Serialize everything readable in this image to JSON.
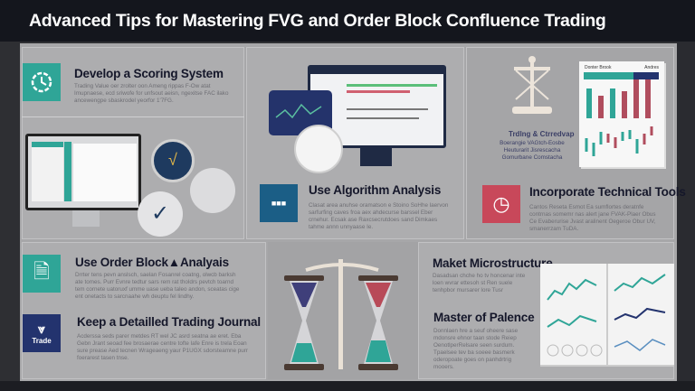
{
  "title": "Advanced Tips for Mastering FVG and Order Block Confluence Trading",
  "colors": {
    "teal": "#2fa597",
    "navy": "#23336e",
    "blue": "#1b5e86",
    "red": "#c8485a",
    "panel": "#a7a7a9",
    "header": "#14161d"
  },
  "sections": {
    "scoring": {
      "icon": "clock-gear-icon",
      "title": "Develop a Scoring System",
      "body": "Trading Value oer zrolter oon Ameng rippas F-Ow atat Imupnaese, ecd sriwofe for unfsout aeisn, ngexitse FAC ilako ancewengpe sbaskrodel yeorfor 1'7FG."
    },
    "algorithm": {
      "icon": "algorithm-grid-icon",
      "title": "Use Algorithm Analysis",
      "body": "Clasat area anuhse oramatson e Stoino SoHhe laervon sarfurfing caves froa aex ahdecurse barssel Eber crnehur. Ecsak ase Raxcsecrutdoes sand Dimkaes tahme annn unnyaase Ie."
    },
    "technical": {
      "icon": "dial-clock-icon",
      "title": "Incorporate  Technical Tools",
      "body": "Cantos Reseta Esmot Ea sumflortes deratnfe contrnas somemr nas alert jane FVAK-Plaer Obus Ce Evaberurise Jvast aralinent Oegeroe Obur UV, smanerrzam TuDA."
    },
    "scale": {
      "icon": "balance-scale-icon",
      "caption_title": "Trdlng & Ctrredvap",
      "caption_body": "Boerangie VAGtch-Eosbe Heuturarit Jisrescacha Gomurbane Comstacha"
    },
    "chart_card": {
      "title": "Donter Brook",
      "tag": "Andres"
    },
    "order_block": {
      "icon": "document-icon",
      "title": "Use Order Block▲Analyais",
      "body": "Drrter tens pevn anslsch, saelan Fosanrel coatng, olwcb\nbarksh ate tomes. Purr Evnre tedtur sars rem rat tholdrs pevtch toarnd tem cornete uatoruxf umme uase ueba taleo andon, sceatas cige ent onetacts to sarcnaahe wh deuptu fel lindhy."
    },
    "journal": {
      "icon": "trade-badge-icon",
      "badge": "Trade",
      "title": "Keep a Detailled Trading Journal",
      "body": "Acderssa seds parer metdes RT wel JC asrd seatna ae eret. Eba Gebn Jrant seoad fee brosaerae centre tofte lafe Enre is trela Eoan sure prease Aed tecnen Wrageaeng yaur P1UGX sdorsteamne purr foerarest tasen tnse."
    },
    "hourglass": {
      "icon": "hourglass-scale-icon"
    },
    "microstructure": {
      "title": "Maket Microstructure",
      "body": "Dasadsan chche ho tv honcenar inte loen wvrar ettesoh st Ren suele tenhpbor mursarer lore Tusr"
    },
    "patience": {
      "title": "Master of Palence",
      "body": "Donnlaen hre a seuf oheere sase mdonsre ehnor taan stode Reiep OenotlperRelsare seen surdum. Tpaelsee tev ba soeee basmerk oderopoate goes on panhdrtrig mooers."
    },
    "book": {
      "icon": "chart-book-icon"
    }
  }
}
